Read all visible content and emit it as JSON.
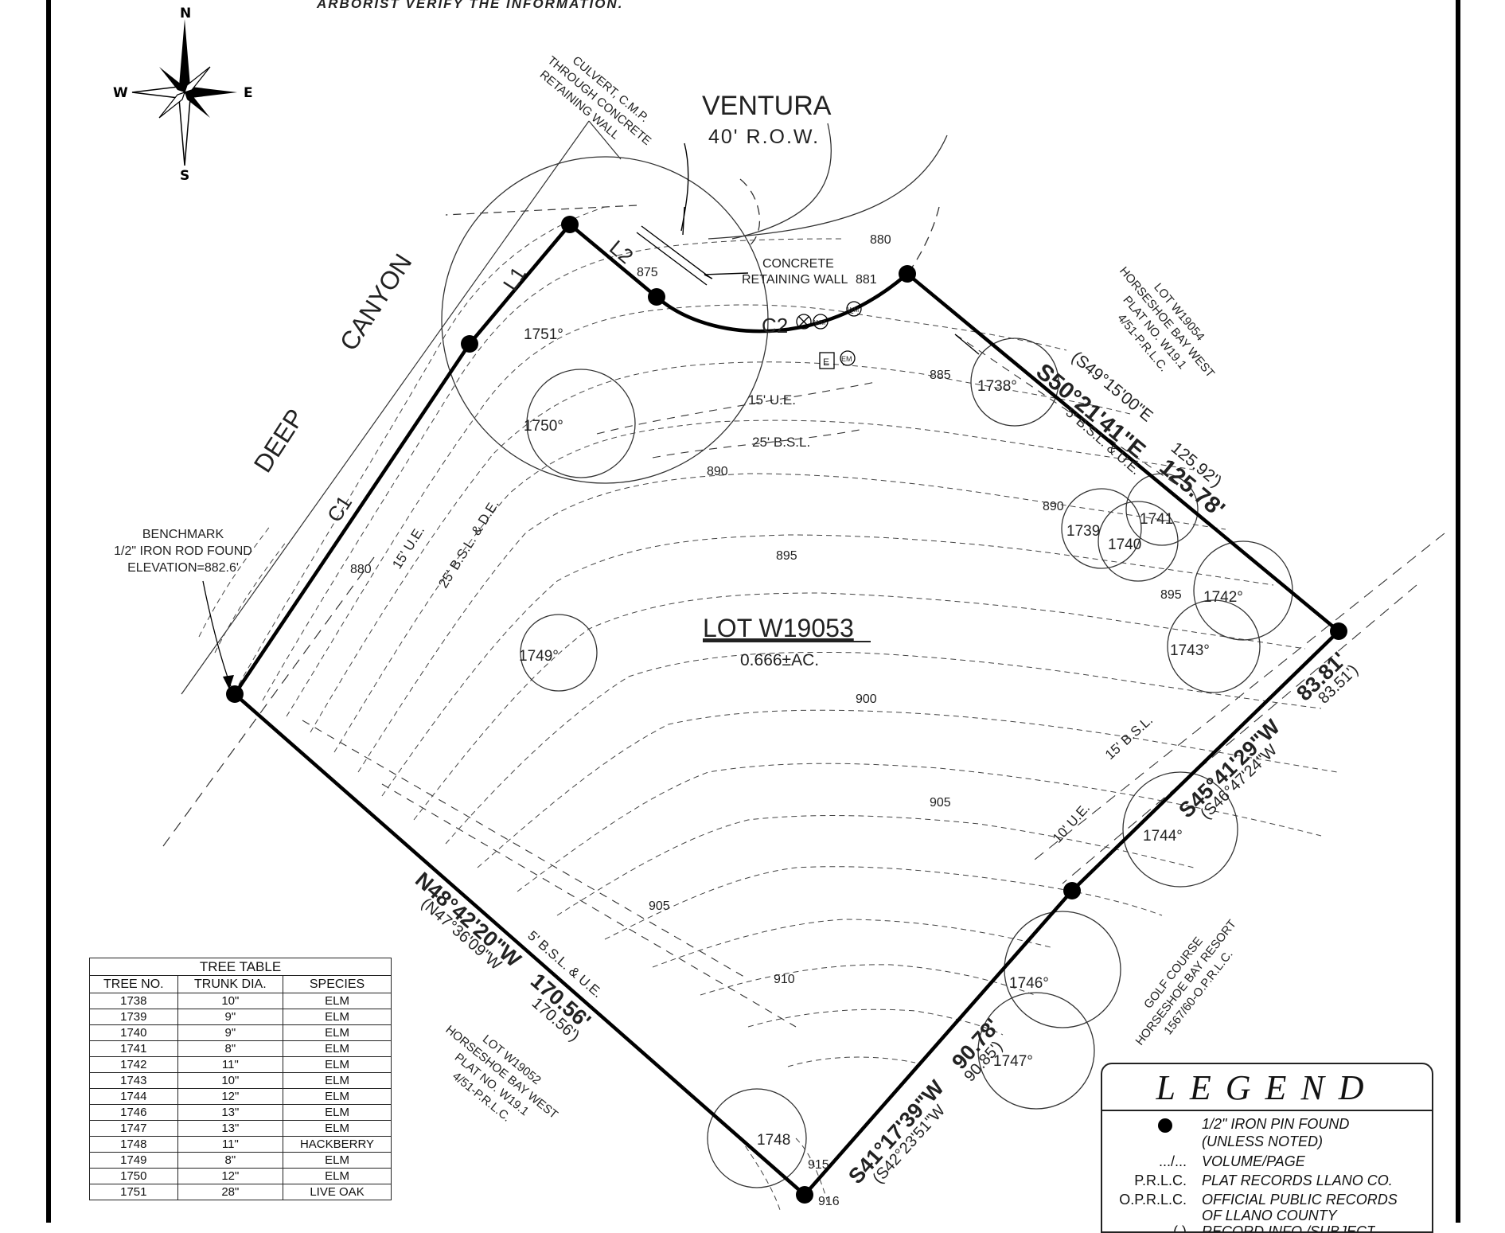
{
  "header_note": "ARBORIST VERIFY THE INFORMATION.",
  "compass": {
    "n": "N",
    "s": "S",
    "e": "E",
    "w": "W"
  },
  "streets": {
    "ventura": "VENTURA",
    "ventura_row": "40' R.O.W.",
    "deep": "DEEP",
    "canyon": "CANYON"
  },
  "lot": {
    "name": "LOT W19053",
    "area": "0.666±AC."
  },
  "boundary_labels": {
    "north_east": "S50°21'41\"E",
    "north_east_dist": "125.78'",
    "north_east_record": "(S49°15'00\"E",
    "north_east_record_dist": "125.92')",
    "east": "S45°41'29\"W",
    "east_dist": "83.81'",
    "east_record": "(S46°47'24\"W",
    "east_record_dist": "83.51')",
    "south_east": "S41°17'39\"W",
    "south_east_dist": "90.78'",
    "south_east_record": "(S42°23'51\"W",
    "south_east_record_dist": "90.85')",
    "south_west": "N48°42'20\"W",
    "south_west_dist": "170.56'",
    "south_west_record": "(N47°36'09\"W",
    "south_west_record_dist": "170.56')",
    "l1": "L1",
    "l2": "L2",
    "c1": "C1",
    "c2": "C2"
  },
  "annotations": {
    "culvert": [
      "CULVERT, C.M.P.",
      "THROUGH CONCRETE",
      "RETAINING WALL"
    ],
    "concrete_wall": [
      "CONCRETE",
      "RETAINING WALL"
    ],
    "benchmark": [
      "BENCHMARK",
      "1/2\" IRON ROD FOUND",
      "ELEVATION=882.6'"
    ],
    "lot_w19054": [
      "LOT W19054",
      "HORSESHOE BAY WEST",
      "PLAT NO. W19.1",
      "4/51-P.R.L.C."
    ],
    "lot_w19052": [
      "LOT W19052",
      "HORSESHOE BAY WEST",
      "PLAT NO. W19.1",
      "4/51-P.R.L.C."
    ],
    "golf_course": [
      "GOLF COURSE",
      "HORSESHOE BAY RESORT",
      "1567/60-O.P.R.L.C."
    ],
    "ue_15": "15' U.E.",
    "bsl_25": "25' B.S.L.",
    "bsl_ue_5_ne": "5' B.S.L. & U.E.",
    "ue_15_w": "15' U.E.",
    "bsl_de_25_w": "25' B.S.L. & D.E.",
    "bsl_ue_5_sw": "5' B.S.L. & U.E.",
    "bsl_15_e": "15' B.S.L.",
    "ue_10_e": "10' U.E.",
    "wm": "WM",
    "e": "E",
    "em": "EM"
  },
  "contours": {
    "c875": "875",
    "c880": "880",
    "c881": "881",
    "c885": "885",
    "c890": "890",
    "c895": "895",
    "c900": "900",
    "c905": "905",
    "c910": "910",
    "c915": "915",
    "c916": "916"
  },
  "trees_on_plan": {
    "t1738": "1738°",
    "t1739": "1739",
    "t1740": "1740",
    "t1741": "1741",
    "t1742": "1742°",
    "t1743": "1743°",
    "t1744": "1744°",
    "t1746": "1746°",
    "t1747": "1747°",
    "t1748": "1748",
    "t1749": "1749°",
    "t1750": "1750°",
    "t1751": "1751°"
  },
  "tree_table": {
    "title": "TREE TABLE",
    "headers": [
      "TREE NO.",
      "TRUNK DIA.",
      "SPECIES"
    ],
    "rows": [
      [
        "1738",
        "10\"",
        "ELM"
      ],
      [
        "1739",
        "9\"",
        "ELM"
      ],
      [
        "1740",
        "9\"",
        "ELM"
      ],
      [
        "1741",
        "8\"",
        "ELM"
      ],
      [
        "1742",
        "11\"",
        "ELM"
      ],
      [
        "1743",
        "10\"",
        "ELM"
      ],
      [
        "1744",
        "12\"",
        "ELM"
      ],
      [
        "1746",
        "13\"",
        "ELM"
      ],
      [
        "1747",
        "13\"",
        "ELM"
      ],
      [
        "1748",
        "11\"",
        "HACKBERRY"
      ],
      [
        "1749",
        "8\"",
        "ELM"
      ],
      [
        "1750",
        "12\"",
        "ELM"
      ],
      [
        "1751",
        "28\"",
        "LIVE OAK"
      ]
    ]
  },
  "legend": {
    "title": "LEGEND",
    "pin": [
      "1/2\" IRON PIN FOUND",
      "(UNLESS NOTED)"
    ],
    "vol_abbr": ".../...",
    "vol": "VOLUME/PAGE",
    "prlc_abbr": "P.R.L.C.",
    "prlc": "PLAT RECORDS LLANO CO.",
    "oprlc_abbr": "O.P.R.L.C.",
    "oprlc": [
      "OFFICIAL PUBLIC RECORDS",
      "OF LLANO COUNTY"
    ],
    "record_abbr": "( )",
    "record": "RECORD INFO./SUBJECT"
  }
}
